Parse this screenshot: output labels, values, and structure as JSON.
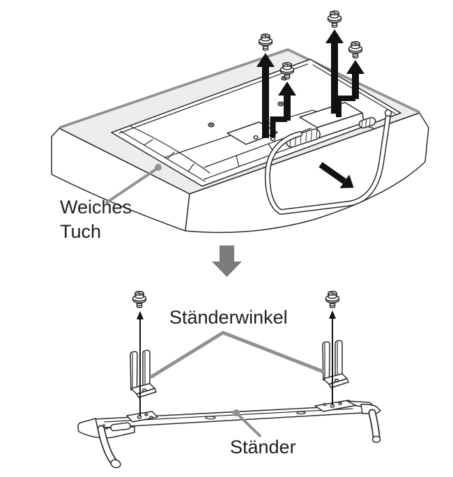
{
  "diagram": {
    "labels": {
      "soft_cloth": "Weiches Tuch",
      "stand_bracket": "Ständerwinkel",
      "stand": "Ständer"
    },
    "colors": {
      "background": "#ffffff",
      "line": "#2b2b2b",
      "cloth": "#ededed",
      "gray": "#919191",
      "black": "#111111",
      "downarrow": "#7b7b7b",
      "text": "#1f1f1f"
    },
    "icons": {
      "screw": "flanged-screw-icon",
      "unscrew_arrow": "arrow-up-icon",
      "slide_arrow": "arrow-slide-out-icon",
      "next_step_arrow": "arrow-down-step-icon",
      "leader_dot": "leader-dot"
    },
    "counts": {
      "tv_screws": 4,
      "bracket_screws": 2,
      "stand_brackets": 2
    }
  }
}
